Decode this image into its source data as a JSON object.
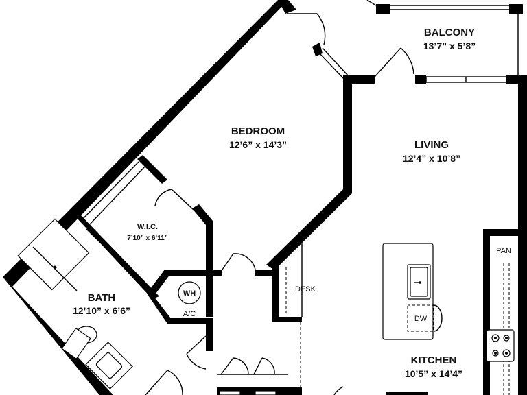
{
  "rooms": {
    "balcony": {
      "name": "BALCONY",
      "dims": "13’7” x 5’8”"
    },
    "bedroom": {
      "name": "BEDROOM",
      "dims": "12’6” x 14’3”"
    },
    "living": {
      "name": "LIVING",
      "dims": "12’4” x 10’8”"
    },
    "wic": {
      "name": "W.I.C.",
      "dims": "7’10” x 6’11”"
    },
    "bath": {
      "name": "BATH",
      "dims": "12’10” x 6’6”"
    },
    "kitchen": {
      "name": "KITCHEN",
      "dims": "10’5” x 14’4”"
    }
  },
  "labels": {
    "wh": "WH",
    "ac": "A/C",
    "desk": "DESK",
    "pan": "PAN",
    "dw": "DW"
  }
}
